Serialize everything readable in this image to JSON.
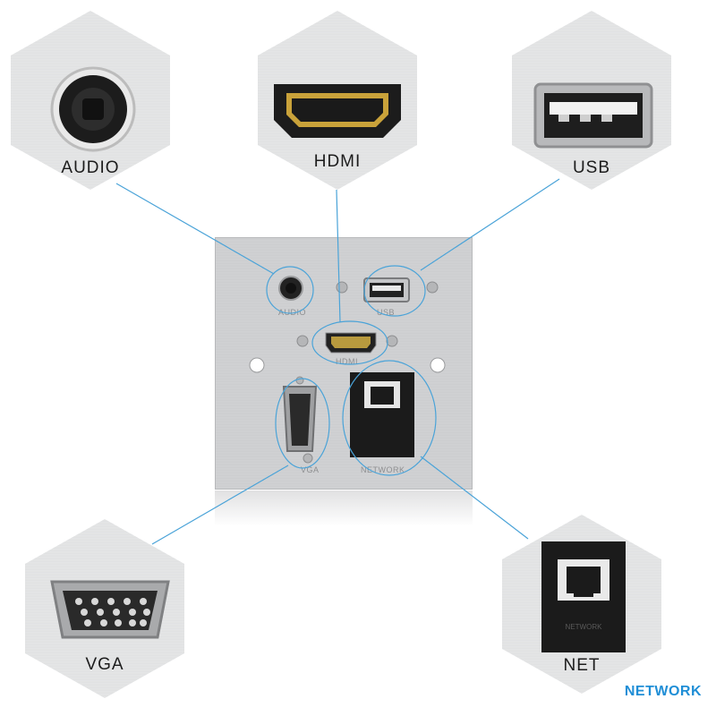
{
  "callouts": {
    "audio": "AUDIO",
    "hdmi": "HDMI",
    "usb": "USB",
    "vga": "VGA",
    "net": "NET"
  },
  "plate_labels": {
    "audio": "AUDIO",
    "usb": "USB",
    "hdmi": "HDMI",
    "vga": "VGA",
    "network": "NETWORK"
  },
  "brand": "NETWORK",
  "colors": {
    "callout_line": "#4aa3d8",
    "brand": "#1f8ed6"
  }
}
